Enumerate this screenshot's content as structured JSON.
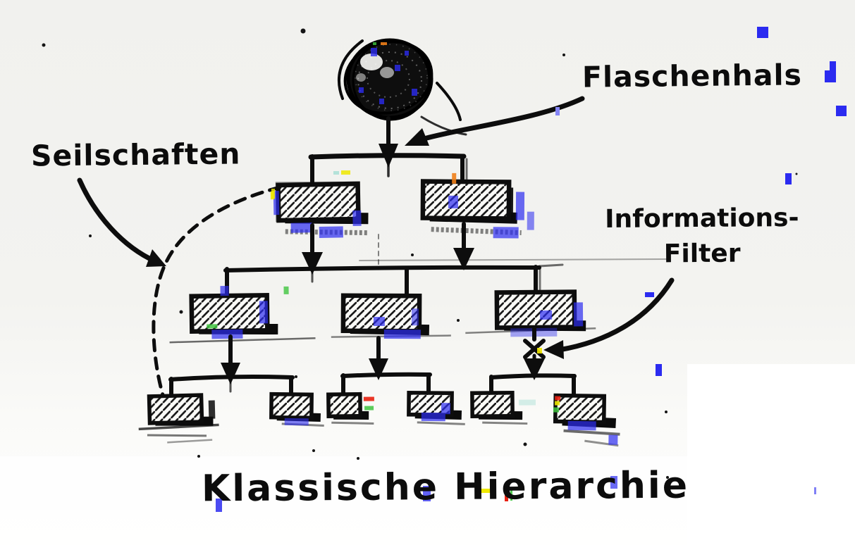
{
  "title": {
    "text": "Klassische Hierarchie"
  },
  "annotations": {
    "flaschenhals": {
      "label": "Flaschenhals"
    },
    "seilschaften": {
      "label": "Seilschaften"
    },
    "informationsfilter": {
      "line1": "Informations-",
      "line2": "Filter"
    }
  },
  "hierarchy": {
    "style": "hand-drawn-sketch",
    "levels": [
      {
        "level": 1,
        "node_count": 1,
        "node_shape": "scribbled-sphere"
      },
      {
        "level": 2,
        "node_count": 2,
        "node_shape": "hatched-box"
      },
      {
        "level": 3,
        "node_count": 3,
        "node_shape": "hatched-box"
      },
      {
        "level": 4,
        "node_count": 6,
        "node_shape": "hatched-box"
      }
    ],
    "marks": {
      "bottleneck_arrow": "curved arrow pointing at link below sphere",
      "clique_curve": "dashed curve from level-2 left box to bottom-left box",
      "filter_mark": "x-cross on link below right level-3 box"
    }
  },
  "colors": {
    "ink": "#0d0d0d",
    "paper": "#f2f2ef",
    "paper_white": "#ffffff",
    "noise_blue": "#2b2bf0",
    "noise_lightblue": "#8585f5",
    "noise_yellow": "#efe800",
    "noise_orange": "#f08018",
    "noise_red": "#e82010",
    "noise_green": "#3fc43f"
  }
}
